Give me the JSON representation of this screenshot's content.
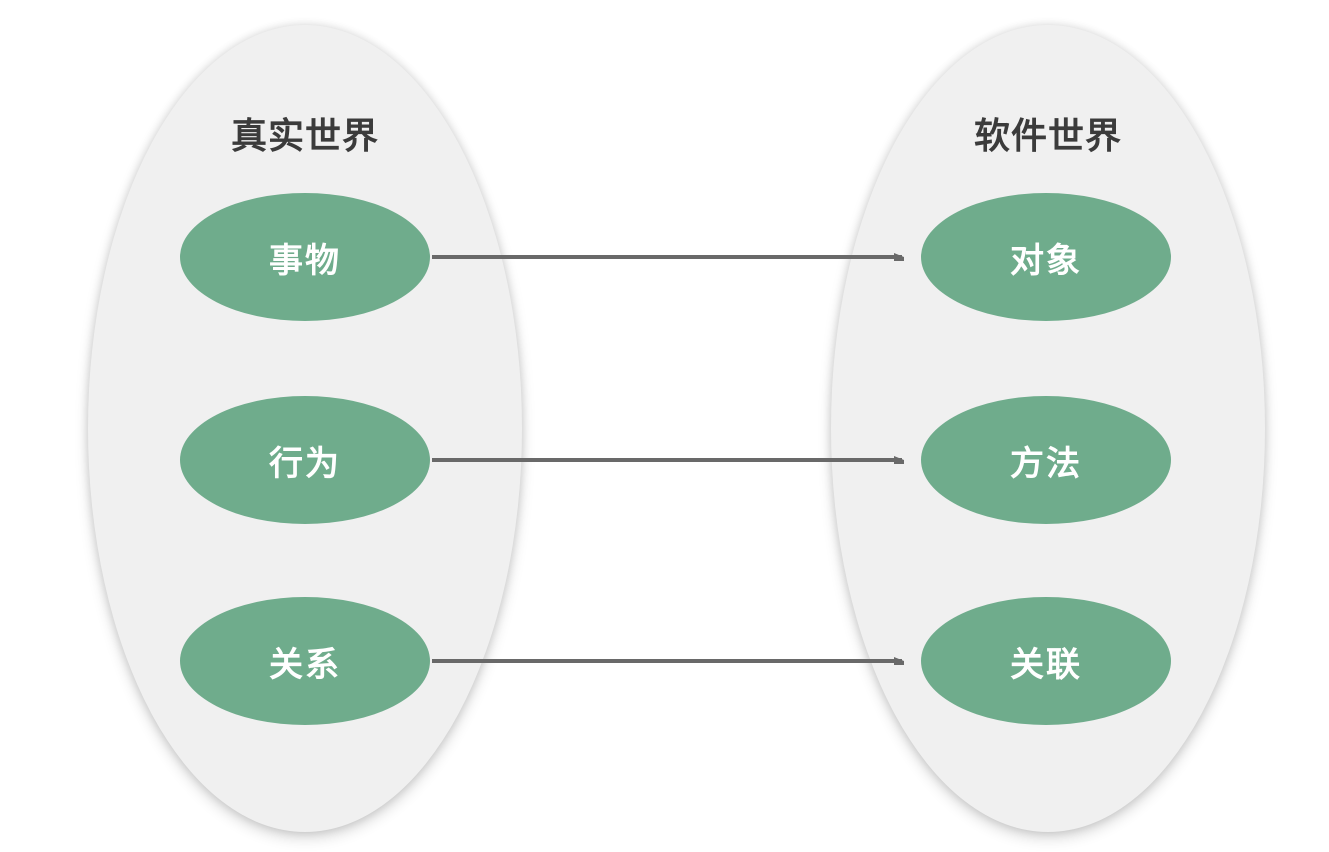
{
  "diagram": {
    "left_world": {
      "title": "真实世界",
      "items": [
        {
          "label": "事物"
        },
        {
          "label": "行为"
        },
        {
          "label": "关系"
        }
      ]
    },
    "right_world": {
      "title": "软件世界",
      "items": [
        {
          "label": "对象"
        },
        {
          "label": "方法"
        },
        {
          "label": "关联"
        }
      ]
    },
    "mappings": [
      {
        "from": "事物",
        "to": "对象"
      },
      {
        "from": "行为",
        "to": "方法"
      },
      {
        "from": "关系",
        "to": "关联"
      }
    ]
  },
  "colors": {
    "node_green": "#6FAC8C",
    "world_gray": "#F0F0F0",
    "arrow_gray": "#696969",
    "title_text": "#3B3B3B",
    "node_text": "#FFFFFF",
    "background": "#FFFFFF"
  }
}
